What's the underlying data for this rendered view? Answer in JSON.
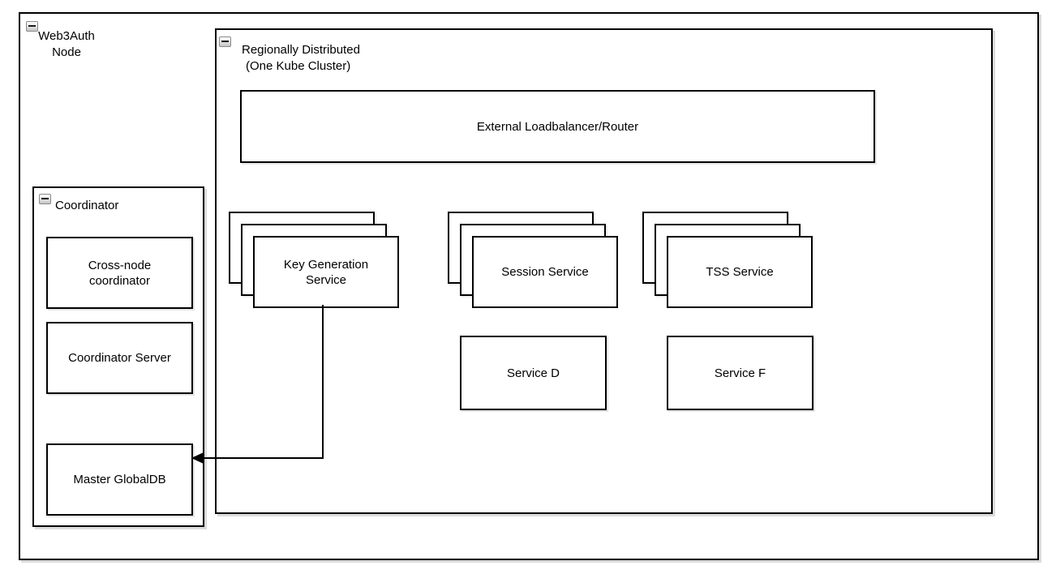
{
  "colors": {
    "stroke": "#000000",
    "fill": "#ffffff",
    "shadow": "#d9d9d9"
  },
  "icons": {
    "collapse": "collapse-minus-icon"
  },
  "web3auth_group": {
    "label_line1": "Web3Auth",
    "label_line2": "Node"
  },
  "kube_cluster_group": {
    "label_line1": "Regionally Distributed",
    "label_line2": "(One Kube Cluster)"
  },
  "load_balancer": {
    "label": "External Loadbalancer/Router"
  },
  "stacks": [
    {
      "label": "Key Generation Service"
    },
    {
      "label": "Session Service"
    },
    {
      "label": "TSS Service"
    }
  ],
  "services": [
    {
      "label": "Service D"
    },
    {
      "label": "Service F"
    }
  ],
  "coordinator_group": {
    "label": "Coordinator",
    "boxes": [
      {
        "label": "Cross-node coordinator"
      },
      {
        "label": "Coordinator Server"
      },
      {
        "label": "Master GlobalDB"
      }
    ]
  },
  "arrow": {
    "from": "Key Generation Service",
    "to": "Master GlobalDB"
  }
}
